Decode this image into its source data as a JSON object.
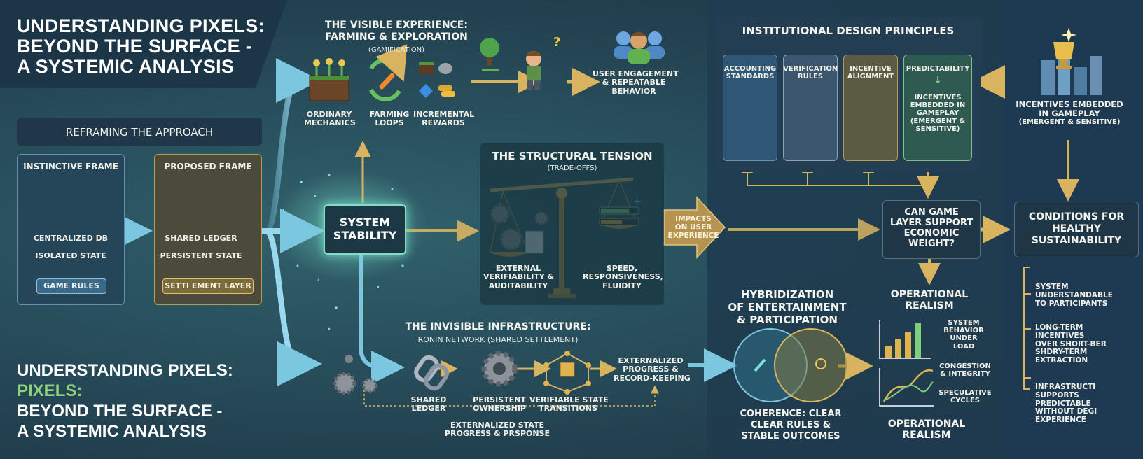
{
  "title": {
    "line1": "UNDERSTANDING PIXELS:",
    "line2": "BEYOND THE SURFACE -",
    "line3": "A SYSTEMIC ANALYSIS"
  },
  "title_bottom": {
    "line1": "UNDERSTANDING PIXELS:",
    "line2": "PIXELS:",
    "line3": "BEYOND THE SURFACE -",
    "line4": "A SYSTEMIC ANALYSIS"
  },
  "reframing": {
    "header": "REFRAMING THE APPROACH",
    "instinctive": {
      "title": "INSTINCTIVE FRAME",
      "item1": "CENTRALIZED DB",
      "item2": "ISOLATED STATE",
      "chip": "GAME RULES"
    },
    "proposed": {
      "title": "PROPOSED FRAME",
      "item1": "SHARED LEDGER",
      "item2": "PERSISTENT STATE",
      "chip": "SETTI EMENT LAYER"
    }
  },
  "stability": {
    "line1": "SYSTEM",
    "line2": "STABILITY"
  },
  "visible": {
    "title1": "THE VISIBLE EXPERIENCE:",
    "title2": "FARMING & EXPLORATION",
    "subtitle": "(GAMIFICATION)",
    "items": [
      {
        "line1": "ORDINARY",
        "line2": "MECHANICS"
      },
      {
        "line1": "FARMING",
        "line2": "LOOPS"
      },
      {
        "line1": "INCREMENTAL",
        "line2": "REWARDS"
      }
    ],
    "engagement": {
      "line1": "USER ENGAGEMENT",
      "line2": "& REPEATABLE",
      "line3": "BEHAVIOR"
    }
  },
  "tension": {
    "title": "THE STRUCTURAL TENSION",
    "subtitle": "(TRADE-OFFS)",
    "left": {
      "line1": "EXTERNAL",
      "line2": "VERIFIABILITY &",
      "line3": "AUDITABILITY"
    },
    "right": {
      "line1": "SPEED,",
      "line2": "RESPONSIVENESS,",
      "line3": "FLUIDITY"
    }
  },
  "impacts": {
    "line1": "IMPACTS",
    "line2": "ON USER",
    "line3": "EXPERIENCE"
  },
  "invisible": {
    "title1": "THE INVISIBLE INFRASTRUCTURE:",
    "title2": "RONIN NETWORK (SHARED SETTLEMENT)",
    "items": [
      {
        "line1": "SHARED",
        "line2": "LEDGER"
      },
      {
        "line1": "PERSISTENT",
        "line2": "OWNERSHIP"
      },
      {
        "line1": "VERIFIABLE STATE",
        "line2": "TRANSITIONS"
      }
    ],
    "externalized": {
      "line1": "EXTERNALIZED",
      "line2": "PROGRESS &",
      "line3": "RECORD-KEEPING"
    },
    "loop": {
      "line1": "EXTERNALIZED STATE",
      "line2": "PROGRESS & PRSPONSE"
    }
  },
  "institutional": {
    "title": "INSTITUTIONAL DESIGN PRINCIPLES",
    "columns": [
      {
        "line1": "ACCOUNTING",
        "line2": "STANDARDS"
      },
      {
        "line1": "VERIFICATION",
        "line2": "RULES"
      },
      {
        "line1": "INCENTIVE",
        "line2": "ALIGNMENT"
      },
      {
        "line1": "PREDICTABILITY"
      }
    ],
    "embedded": {
      "line1": "INCENTIVES",
      "line2": "EMBEDDED IN",
      "line3": "GAMEPLAY",
      "line4": "(EMERGENT &",
      "line5": "SENSITIVE)"
    }
  },
  "incentives_right": {
    "line1": "INCENTIVES EMBEDDED",
    "line2": "IN GAMEPLAY",
    "line3": "(EMERGENT & SENSITIVE)"
  },
  "question": {
    "line1": "CAN GAME",
    "line2": "LAYER SUPPORT",
    "line3": "ECONOMIC",
    "line4": "WEIGHT?"
  },
  "conditions": {
    "title1": "CONDITIONS FOR",
    "title2": "HEALTHY",
    "title3": "SUSTAINABILITY",
    "items": [
      {
        "line1": "SYSTEM",
        "line2": "UNDERSTANDABLE",
        "line3": "TO PARTICIPANTS"
      },
      {
        "line1": "LONG-TERM",
        "line2": "INCENTIVES",
        "line3": "OVER SHORT-BER",
        "line4": "SHDRY-TERM",
        "line5": "EXTRACTION"
      },
      {
        "line1": "INFRASTRUCTI",
        "line2": "SUPPORTS",
        "line3": "PREDICTABLE",
        "line4": "WITHOUT DEGI",
        "line5": "EXPERIENCE"
      }
    ]
  },
  "hybrid": {
    "title1": "HYBRIDIZATION",
    "title2": "OF ENTERTAINMENT",
    "title3": "& PARTICIPATION",
    "coherence1": "COHERENCE: CLEAR",
    "coherence2": "CLEAR RULES &",
    "coherence3": "STABLE OUTCOMES"
  },
  "operational": {
    "top1": "OPERATIONAL",
    "top2": "REALISM",
    "labels": [
      {
        "line1": "SYSTEM",
        "line2": "BEHAVIOR",
        "line3": "UNDER",
        "line4": "LOAD"
      },
      {
        "line1": "CONGESTION",
        "line2": "& INTEGRITY"
      },
      {
        "line1": "SPECULATIVE",
        "line2": "CYCLES"
      }
    ],
    "bottom1": "OPERATIONAL",
    "bottom2": "REALISM"
  },
  "colors": {
    "gold": "#d8b461",
    "teal_arrow": "#7cc7e0",
    "green": "#7fcf7a",
    "dark_box": "#1e3646"
  }
}
